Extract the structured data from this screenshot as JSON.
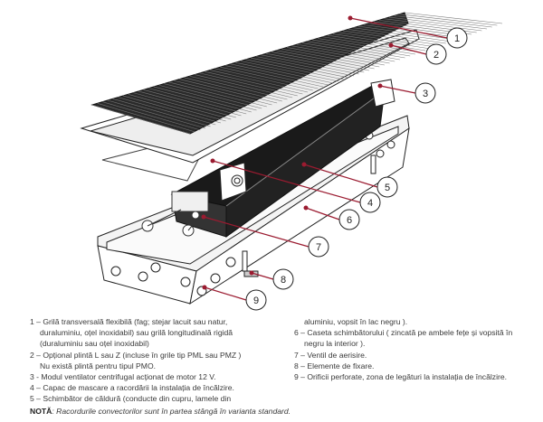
{
  "callouts": [
    "1",
    "2",
    "3",
    "4",
    "5",
    "6",
    "7",
    "8",
    "9"
  ],
  "legend_left": [
    {
      "text": "1 – Grilă transversală flexibilă (fag; stejar lacuit sau natur,",
      "indent": false
    },
    {
      "text": "duraluminiu, oțel inoxidabil) sau grilă longitudinală rigidă",
      "indent": true
    },
    {
      "text": "(duraluminiu sau oțel inoxidabil)",
      "indent": true
    },
    {
      "text": "2 – Opțional plintă L sau Z  (incluse în grile tip PML sau PMZ )",
      "indent": false
    },
    {
      "text": "Nu  există plintă pentru tipul PMO.",
      "indent": true
    },
    {
      "text": "3 - Modul ventilator centrifugal acționat de motor 12 V.",
      "indent": false
    },
    {
      "text": "4 – Capac de mascare a racordării la instalația de încălzire.",
      "indent": false
    },
    {
      "text": "5 – Schimbător de căldură (conducte din cupru, lamele din",
      "indent": false
    }
  ],
  "legend_right": [
    {
      "text": "aluminiu,  vopsit în lac negru ).",
      "indent": true
    },
    {
      "text": "6 – Caseta schimbătorului ( zincată pe ambele fețe și vopsită în",
      "indent": false
    },
    {
      "text": "negru la interior ).",
      "indent": true
    },
    {
      "text": "7 – Ventil de aerisire.",
      "indent": false
    },
    {
      "text": "8 – Elemente de fixare.",
      "indent": false
    },
    {
      "text": "9 – Orificii perforate, zona de legături la instalația de încălzire.",
      "indent": false
    }
  ],
  "note": {
    "label": "NOTĂ",
    "text": ": Racordurile convectorilor sunt în partea stângă în varianta standard."
  },
  "colors": {
    "callout": "#9b1b30",
    "ink": "#1a1a1a"
  }
}
